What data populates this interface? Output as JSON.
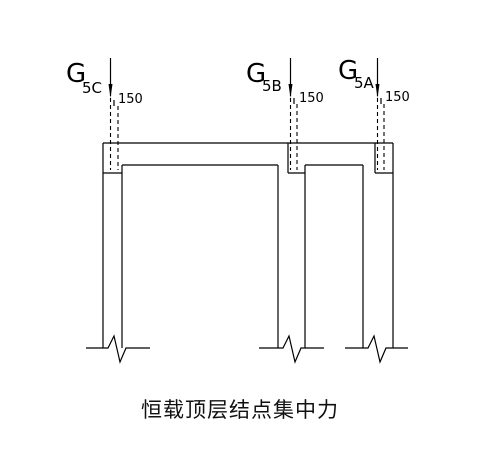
{
  "loads": [
    {
      "id": "5C",
      "label": "G",
      "sub": "5C",
      "offset": "150"
    },
    {
      "id": "5B",
      "label": "G",
      "sub": "5B",
      "offset": "150"
    },
    {
      "id": "5A",
      "label": "G",
      "sub": "5A",
      "offset": "150"
    }
  ],
  "caption": "恒载顶层结点集中力"
}
